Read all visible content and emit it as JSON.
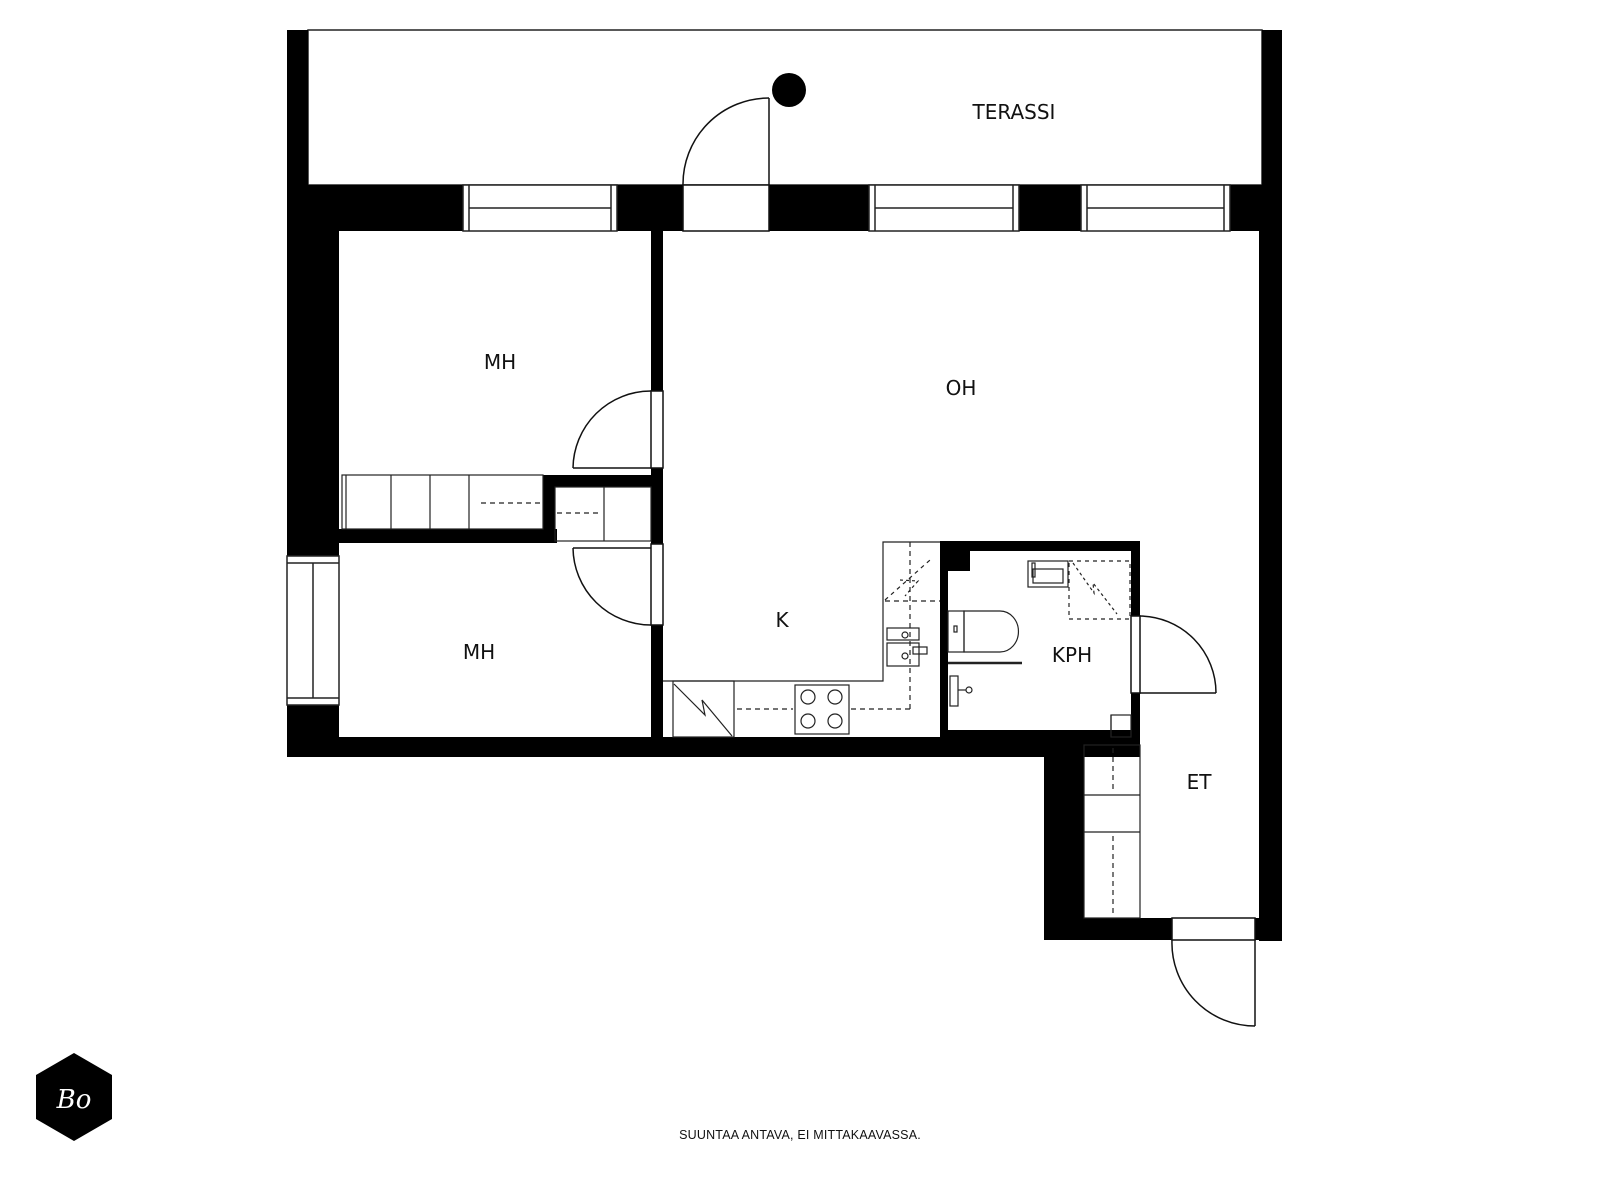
{
  "rooms": {
    "terrace": "TERASSI",
    "bedroom_top": "MH",
    "bedroom_bottom": "MH",
    "living_room": "OH",
    "kitchen": "K",
    "bathroom": "KPH",
    "entrance_hall": "ET"
  },
  "footer": {
    "disclaimer": "SUUNTAA ANTAVA, EI MITTAKAAVASSA."
  },
  "logo": {
    "text": "Bo",
    "shape": "hexagon",
    "color": "#000000"
  },
  "colors": {
    "wall": "#000000",
    "line": "#1a1a1a",
    "background": "#ffffff"
  }
}
